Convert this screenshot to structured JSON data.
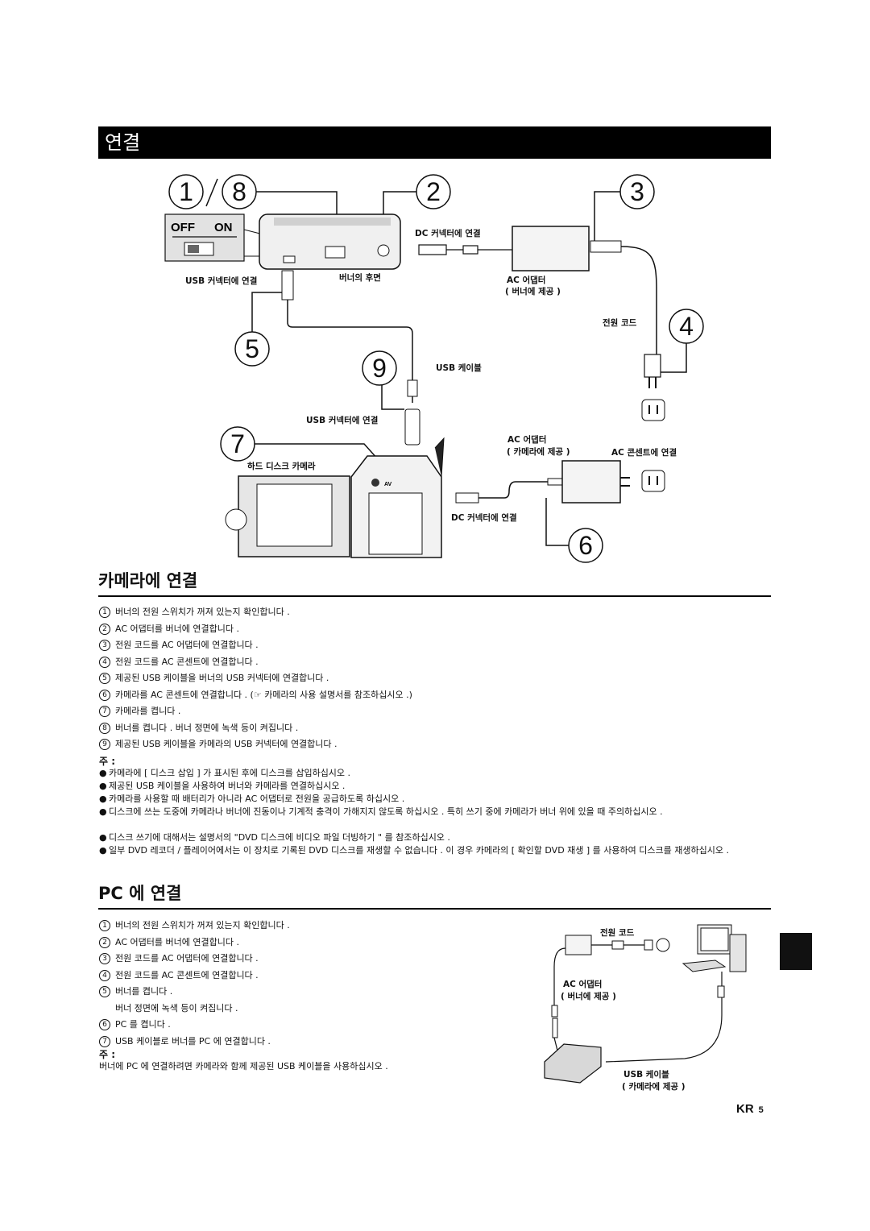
{
  "header": {
    "title": "연결"
  },
  "diagram1": {
    "switch_off": "OFF",
    "switch_on": "ON",
    "dc_connector_top": "DC 커넥터에 연결",
    "usb_connector_burner": "USB 커넥터에 연결",
    "burner_rear": "버너의 후면",
    "ac_adapter_burner": "AC 어댑터",
    "ac_adapter_burner_sub": "( 버너에 제공 )",
    "power_cord": "전원 코드",
    "usb_cable": "USB 케이블",
    "usb_connector_camera": "USB 커넥터에 연결",
    "hdd_camera": "하드 디스크 카메라",
    "ac_adapter_camera": "AC 어댑터",
    "ac_adapter_camera_sub": "( 카메라에 제공 )",
    "ac_outlet": "AC 콘센트에 연결",
    "dc_connector_camera": "DC 커넥터에 연결",
    "av_label": "AV",
    "callouts": [
      "1",
      "8",
      "2",
      "3",
      "4",
      "5",
      "9",
      "7",
      "6"
    ]
  },
  "camera_section": {
    "heading": "카메라에 연결",
    "steps": [
      {
        "n": "1",
        "text": "버너의 전원 스위치가 꺼져 있는지 확인합니다 ."
      },
      {
        "n": "2",
        "text": "AC 어댑터를 버너에 연결합니다 ."
      },
      {
        "n": "3",
        "text": "전원 코드를 AC 어댑터에 연결합니다 ."
      },
      {
        "n": "4",
        "text": "전원 코드를 AC 콘센트에 연결합니다 ."
      },
      {
        "n": "5",
        "text": "제공된 USB 케이블을 버너의 USB 커넥터에 연결합니다 ."
      },
      {
        "n": "6",
        "text": "카메라를 AC 콘센트에 연결합니다 . (☞ 카메라의 사용 설명서를 참조하십시오 .)"
      },
      {
        "n": "7",
        "text": "카메라를 켭니다 ."
      },
      {
        "n": "8",
        "text": "버너를 켭니다 . 버너 정면에 녹색 등이 켜집니다 ."
      },
      {
        "n": "9",
        "text": "제공된 USB 케이블을 카메라의 USB 커넥터에 연결합니다 ."
      }
    ],
    "note_label": "주 :",
    "notes": [
      "카메라에 [ 디스크 삽입 ] 가 표시된 후에 디스크를 삽입하십시오 .",
      "제공된 USB 케이블을 사용하여 버너와 카메라를 연결하십시오 .",
      "카메라를 사용할 때 배터리가 아니라 AC 어댑터로 전원을 공급하도록 하십시오 .",
      "디스크에 쓰는 도중에 카메라나 버너에 진동이나 기계적 충격이 가해지지 않도록 하십시오 . 특히 쓰기 중에 카메라가 버너 위에 있을 때 주의하십시오 .",
      "디스크 쓰기에 대해서는 설명서의 \"DVD 디스크에 비디오 파일 더빙하기 \" 를 참조하십시오 .",
      "일부 DVD 레코더 / 플레이어에서는 이 장치로 기록된 DVD 디스크를 재생할 수 없습니다 . 이 경우 카메라의 [ 확인할 DVD 재생 ] 를 사용하여 디스크를 재생하십시오 ."
    ]
  },
  "pc_section": {
    "heading": "PC 에 연결",
    "steps": [
      {
        "n": "1",
        "text": "버너의 전원 스위치가 꺼져 있는지 확인합니다 ."
      },
      {
        "n": "2",
        "text": "AC 어댑터를 버너에 연결합니다 ."
      },
      {
        "n": "3",
        "text": "전원 코드를 AC 어댑터에 연결합니다 ."
      },
      {
        "n": "4",
        "text": "전원 코드를 AC 콘센트에 연결합니다 ."
      },
      {
        "n": "5",
        "text": "버너를 켭니다 ."
      },
      {
        "n": "",
        "text": "버너 정면에 녹색 등이 켜집니다 ."
      },
      {
        "n": "6",
        "text": "PC 를 켭니다 ."
      },
      {
        "n": "7",
        "text": "USB 케이블로 버너를 PC 에 연결합니다 ."
      }
    ],
    "note_label": "주 :",
    "note": "버너에 PC 에 연결하려면 카메라와 함께 제공된 USB 케이블을 사용하십시오 .",
    "diagram": {
      "power_cord": "전원 코드",
      "ac_adapter": "AC 어댑터",
      "ac_adapter_sub": "( 버너에 제공 )",
      "usb_cable": "USB 케이블",
      "usb_cable_sub": "( 카메라에 제공 )"
    }
  },
  "footer": {
    "lang": "KR",
    "page": "5"
  }
}
